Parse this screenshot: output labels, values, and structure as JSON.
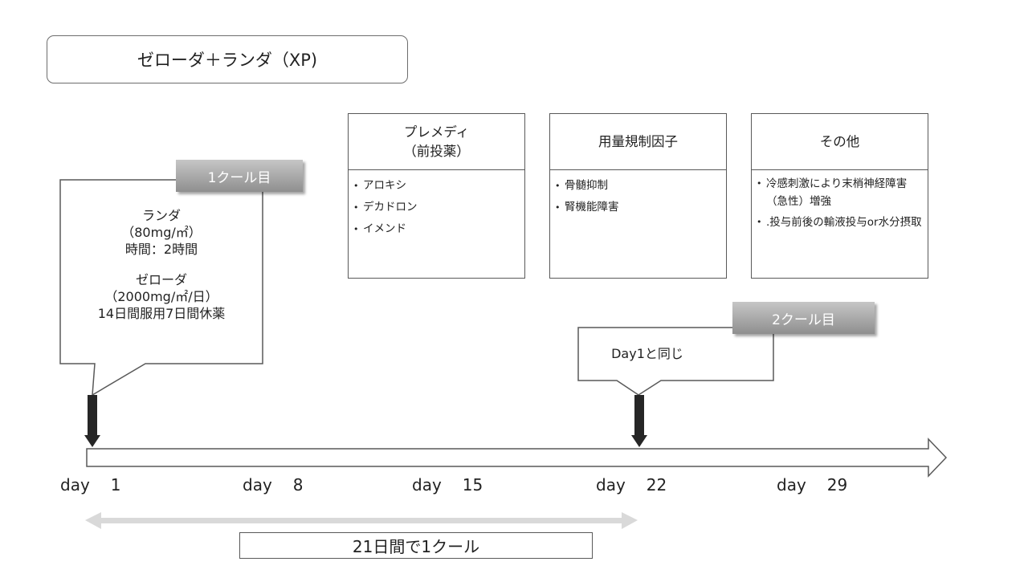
{
  "title": "ゼローダ＋ランダ（XP)",
  "boxes": [
    {
      "heading": [
        "プレメディ",
        "（前投薬）"
      ],
      "items": [
        "アロキシ",
        "デカドロン",
        "イメンド"
      ]
    },
    {
      "heading": [
        "用量規制因子"
      ],
      "items": [
        "骨髄抑制",
        "腎機能障害"
      ]
    },
    {
      "heading": [
        "その他"
      ],
      "items": [
        "冷感刺激により末梢神経障害（急性）増強",
        ".投与前後の輸液投与or水分摂取"
      ]
    }
  ],
  "cycle1": {
    "tag": "1クール目",
    "lines": [
      "ランダ",
      "（80mg/㎡）",
      "時間：2時間",
      "",
      "ゼローダ",
      "（2000mg/㎡/日）",
      "14日間服用7日間休薬"
    ]
  },
  "cycle2": {
    "tag": "2クール目",
    "text": "Day1と同じ"
  },
  "days": [
    {
      "label": "day",
      "num": "1"
    },
    {
      "label": "day",
      "num": "8"
    },
    {
      "label": "day",
      "num": "15"
    },
    {
      "label": "day",
      "num": "22"
    },
    {
      "label": "day",
      "num": "29"
    }
  ],
  "cycle_length": "21日間で1クール",
  "colors": {
    "line": "#595959",
    "arrow_fill": "#262626",
    "tag_top": "#c6c6c6",
    "tag_bottom": "#8f8f8f",
    "span_arrow": "#d9d9d9"
  }
}
